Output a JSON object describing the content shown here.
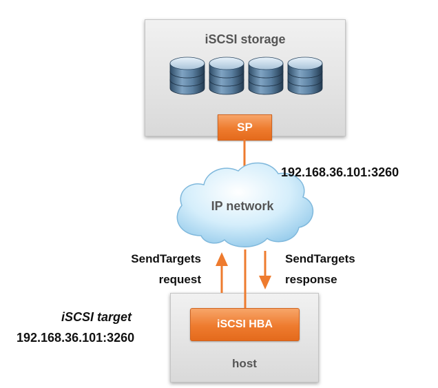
{
  "storage": {
    "title": "iSCSI storage",
    "disk_count": 4
  },
  "sp": {
    "label": "SP"
  },
  "network": {
    "label": "IP network",
    "address": "192.168.36.101:3260"
  },
  "request": {
    "line1": "SendTargets",
    "line2": "request"
  },
  "response": {
    "line1": "SendTargets",
    "line2": "response"
  },
  "host": {
    "title": "host",
    "hba_label": "iSCSI HBA"
  },
  "target": {
    "title": "iSCSI target",
    "address": "192.168.36.101:3260"
  },
  "colors": {
    "orange": "#ee7b2e",
    "cloud": "#bfe3f7",
    "disk": "#4d7393",
    "box": "#dcdcdc"
  }
}
